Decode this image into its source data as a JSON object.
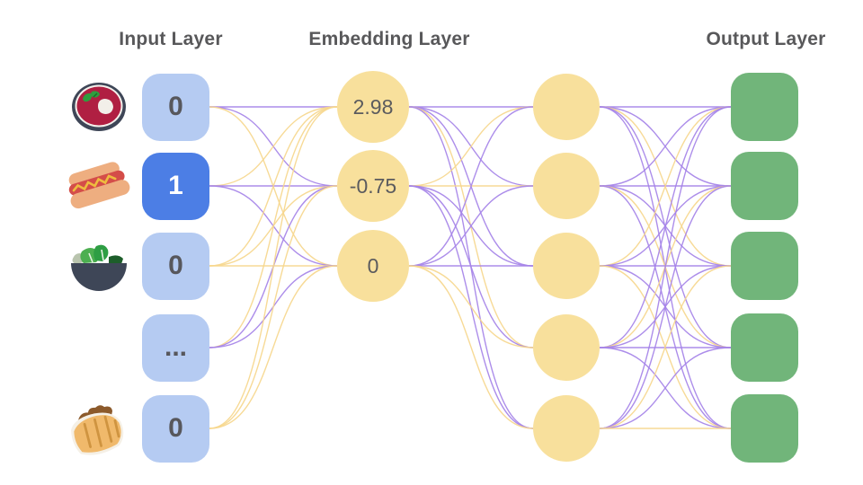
{
  "titles": {
    "input": "Input Layer",
    "embedding": "Embedding Layer",
    "output": "Output Layer"
  },
  "colors": {
    "input_box": "#b5cbf2",
    "input_box_active": "#4c7ee5",
    "embedding_node": "#f8e09c",
    "hidden_node": "#f8e09c",
    "output_node": "#71b57a",
    "edge_purple": "#a583e8",
    "edge_yellow": "#f6d78d",
    "title_text": "#58585a",
    "node_text": "#57575c"
  },
  "input_nodes": [
    {
      "value": "0",
      "active": false,
      "icon": "borscht-icon"
    },
    {
      "value": "1",
      "active": true,
      "icon": "hot-dog-icon"
    },
    {
      "value": "0",
      "active": false,
      "icon": "salad-icon"
    },
    {
      "value": "...",
      "active": false,
      "icon": null
    },
    {
      "value": "0",
      "active": false,
      "icon": "pita-icon"
    }
  ],
  "embedding_nodes": [
    {
      "value": "2.98"
    },
    {
      "value": "-0.75"
    },
    {
      "value": "0"
    }
  ],
  "hidden_nodes": [
    {},
    {},
    {},
    {},
    {}
  ],
  "output_nodes": [
    {},
    {},
    {},
    {},
    {}
  ],
  "edges": {
    "input_to_embedding": [
      [
        "P",
        "P",
        "Y"
      ],
      [
        "Y",
        "P",
        "P"
      ],
      [
        "Y",
        "Y",
        "Y"
      ],
      [
        "Y",
        "P",
        "P"
      ],
      [
        "Y",
        "Y",
        "Y"
      ]
    ],
    "embedding_to_hidden": [
      [
        "P",
        "P",
        "P",
        "Y",
        "P"
      ],
      [
        "Y",
        "Y",
        "P",
        "P",
        "P"
      ],
      [
        "P",
        "P",
        "P",
        "Y",
        "Y"
      ]
    ],
    "hidden_to_output": [
      [
        "P",
        "P",
        "Y",
        "P",
        "P"
      ],
      [
        "P",
        "P",
        "P",
        "Y",
        "P"
      ],
      [
        "Y",
        "P",
        "P",
        "P",
        "Y"
      ],
      [
        "P",
        "Y",
        "P",
        "P",
        "P"
      ],
      [
        "P",
        "P",
        "Y",
        "P",
        "Y"
      ]
    ]
  }
}
